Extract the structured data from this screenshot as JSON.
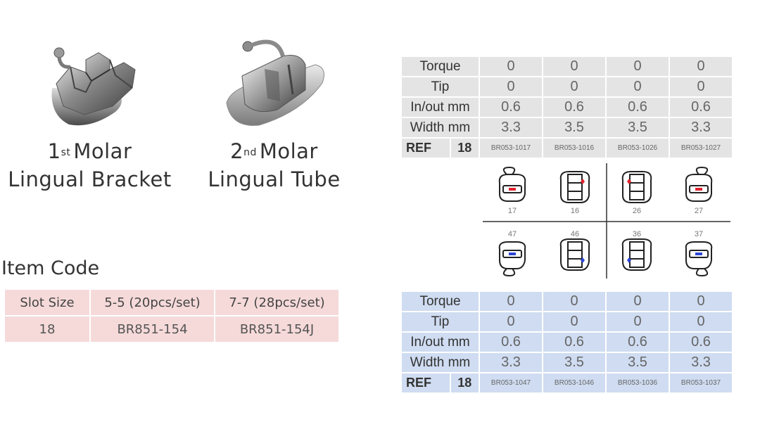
{
  "products": [
    {
      "sup": "st",
      "num": "1",
      "line1": "Molar",
      "line2": "Lingual Bracket"
    },
    {
      "sup": "nd",
      "num": "2",
      "line1": "Molar",
      "line2": "Lingual Tube"
    }
  ],
  "item_code": {
    "title": "Item Code",
    "headers": [
      "Slot Size",
      "5-5 (20pcs/set)",
      "7-7 (28pcs/set)"
    ],
    "row": [
      "18",
      "BR851-154",
      "BR851-154J"
    ]
  },
  "upper_table": {
    "rows": [
      {
        "label": "Torque",
        "values": [
          "0",
          "0",
          "0",
          "0"
        ]
      },
      {
        "label": "Tip",
        "values": [
          "0",
          "0",
          "0",
          "0"
        ]
      },
      {
        "label": "In/out mm",
        "values": [
          "0.6",
          "0.6",
          "0.6",
          "0.6"
        ]
      },
      {
        "label": "Width mm",
        "values": [
          "3.3",
          "3.5",
          "3.5",
          "3.3"
        ]
      }
    ],
    "ref_label": "REF",
    "slot": "18",
    "codes": [
      "BR053-1017",
      "BR053-1016",
      "BR053-1026",
      "BR053-1027"
    ]
  },
  "lower_table": {
    "rows": [
      {
        "label": "Torque",
        "values": [
          "0",
          "0",
          "0",
          "0"
        ]
      },
      {
        "label": "Tip",
        "values": [
          "0",
          "0",
          "0",
          "0"
        ]
      },
      {
        "label": "In/out mm",
        "values": [
          "0.6",
          "0.6",
          "0.6",
          "0.6"
        ]
      },
      {
        "label": "Width mm",
        "values": [
          "3.3",
          "3.5",
          "3.5",
          "3.3"
        ]
      }
    ],
    "ref_label": "REF",
    "slot": "18",
    "codes": [
      "BR053-1047",
      "BR053-1046",
      "BR053-1036",
      "BR053-1037"
    ]
  },
  "tooth_numbers": {
    "upper": [
      "17",
      "16",
      "26",
      "27"
    ],
    "lower": [
      "47",
      "46",
      "36",
      "37"
    ]
  },
  "colors": {
    "upper_accent": "#e2222d",
    "lower_accent": "#2b45d6",
    "gray_cell": "#e4e4e4",
    "blue_cell": "#cfdcf1",
    "pink_cell": "#f5dad9"
  }
}
